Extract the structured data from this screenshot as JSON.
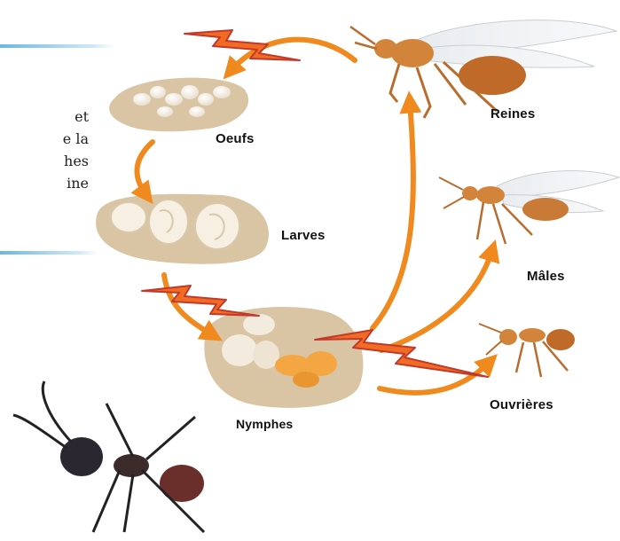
{
  "stages": {
    "eggs": "Oeufs",
    "larvae": "Larves",
    "pupae": "Nymphes",
    "queens": "Reines",
    "males": "Mâles",
    "workers": "Ouvrières"
  },
  "side_text": [
    "et",
    "e la",
    "hes",
    "ine"
  ],
  "colors": {
    "arrow": "#F08A1E",
    "lightning_fill": "#F26B22",
    "lightning_edge": "#C0392B",
    "nest_tile": "#D9C4A4",
    "rule": "#6BB6E0",
    "ant_body": "#D2843A"
  }
}
